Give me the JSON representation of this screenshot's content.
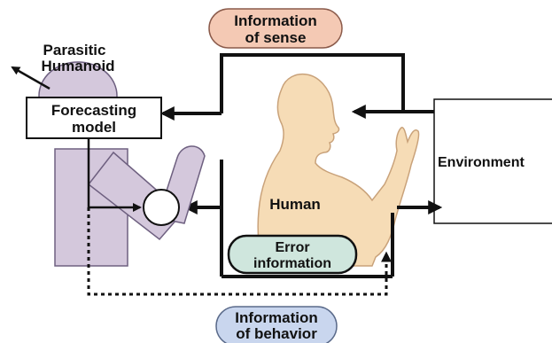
{
  "colors": {
    "sense_pill": "#f4c9b4",
    "behavior_pill": "#c9d6ee",
    "error_pill": "#cfe6dd",
    "human_skin": "#f6dcb6",
    "humanoid": "#d4c8dc",
    "line": "#111111"
  },
  "labels": {
    "sense_line1": "Information",
    "sense_line2": "of sense",
    "humanoid_line1": "Parasitic",
    "humanoid_line2": "Humanoid",
    "forecast_line1": "Forecasting",
    "forecast_line2": "model",
    "human": "Human",
    "error_line1": "Error",
    "error_line2": "information",
    "environment": "Environment",
    "behavior_line1": "Information",
    "behavior_line2": "of behavior"
  }
}
